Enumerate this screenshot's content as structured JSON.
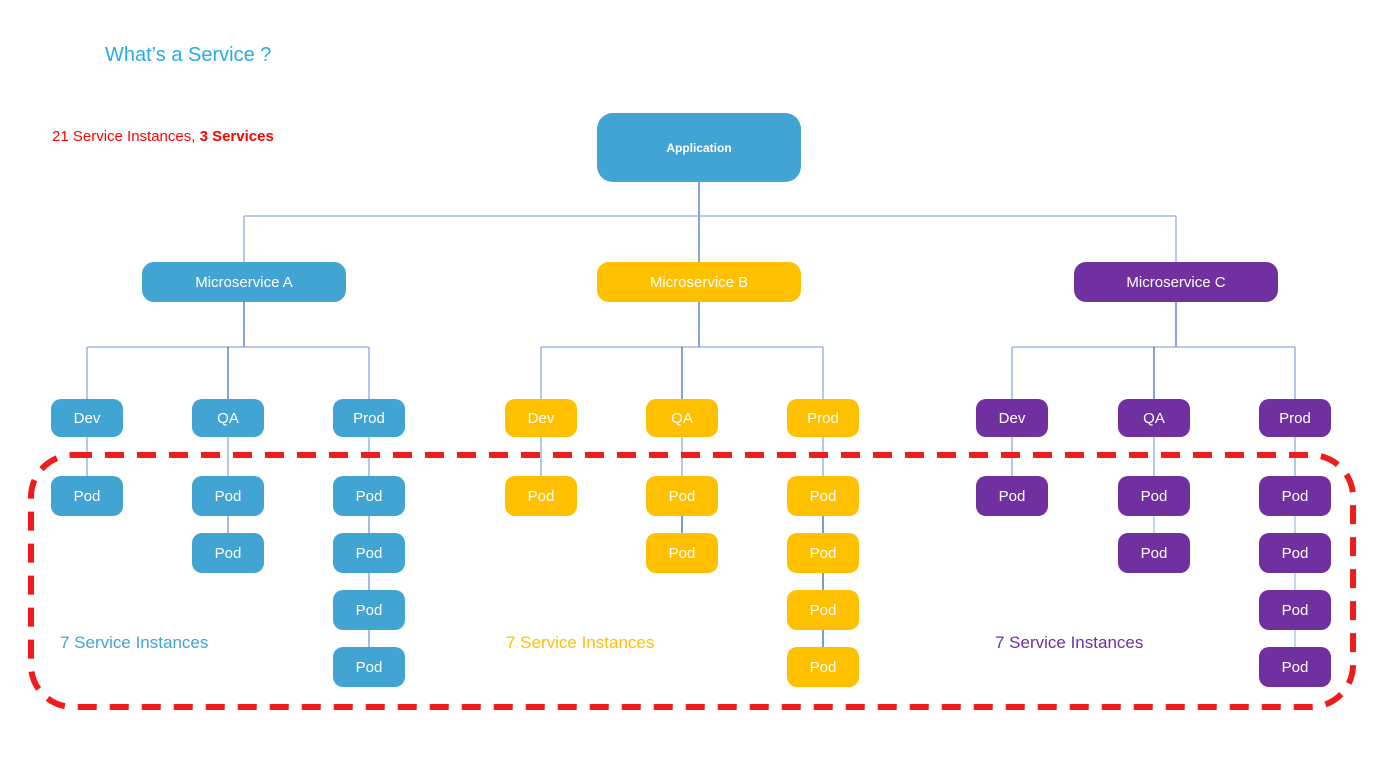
{
  "title": {
    "text": "What’s a Service ?",
    "color": "#29abe2"
  },
  "summary": {
    "text_regular": "21 Service Instances, ",
    "text_bold": "3 Services",
    "color": "#ff0000"
  },
  "root": {
    "label": "Application",
    "color": "#41a4d2"
  },
  "pod_label": "Pod",
  "services": [
    {
      "name": "Microservice A",
      "color": "#41a4d2",
      "chain_color": "#6f9ad0",
      "instances_label": "7 Service Instances",
      "environments": [
        {
          "label": "Dev",
          "pod_count": 1
        },
        {
          "label": "QA",
          "pod_count": 2
        },
        {
          "label": "Prod",
          "pod_count": 4
        }
      ]
    },
    {
      "name": "Microservice B",
      "color": "#ffc000",
      "chain_color": "#2e6db4",
      "instances_label": "7 Service Instances",
      "environments": [
        {
          "label": "Dev",
          "pod_count": 1
        },
        {
          "label": "QA",
          "pod_count": 2
        },
        {
          "label": "Prod",
          "pod_count": 4
        }
      ]
    },
    {
      "name": "Microservice C",
      "color": "#7030a0",
      "chain_color": "#9dc3e6",
      "instances_label": "7 Service Instances",
      "environments": [
        {
          "label": "Dev",
          "pod_count": 1
        },
        {
          "label": "QA",
          "pod_count": 2
        },
        {
          "label": "Prod",
          "pod_count": 4
        }
      ]
    }
  ],
  "connector_colors": {
    "light": "#8faadc",
    "dark": "#4472c4"
  },
  "highlight": {
    "color": "#ee1c1c"
  }
}
